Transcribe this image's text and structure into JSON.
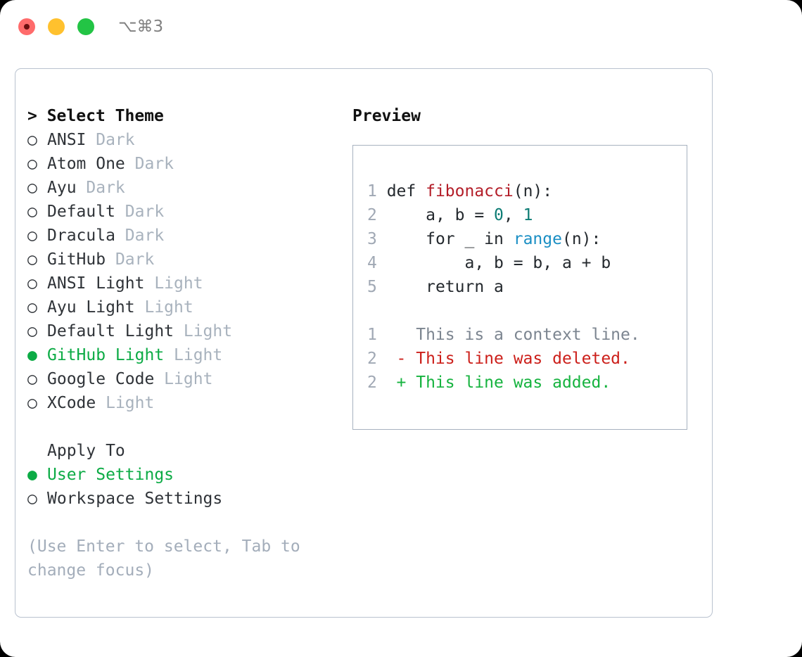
{
  "titlebar": {
    "shortcut": "⌥⌘3",
    "buttons": {
      "close": "close",
      "minimize": "minimize",
      "maximize": "maximize"
    }
  },
  "theme_picker": {
    "header_prompt": "> ",
    "header": "Select Theme",
    "selected_marker": "●",
    "unselected_marker": "○",
    "items": [
      {
        "marker": "○",
        "label": "ANSI",
        "tag": "Dark",
        "selected": false
      },
      {
        "marker": "○",
        "label": "Atom One",
        "tag": "Dark",
        "selected": false
      },
      {
        "marker": "○",
        "label": "Ayu",
        "tag": "Dark",
        "selected": false
      },
      {
        "marker": "○",
        "label": "Default",
        "tag": "Dark",
        "selected": false
      },
      {
        "marker": "○",
        "label": "Dracula",
        "tag": "Dark",
        "selected": false
      },
      {
        "marker": "○",
        "label": "GitHub",
        "tag": "Dark",
        "selected": false
      },
      {
        "marker": "○",
        "label": "ANSI Light",
        "tag": "Light",
        "selected": false
      },
      {
        "marker": "○",
        "label": "Ayu Light",
        "tag": "Light",
        "selected": false
      },
      {
        "marker": "○",
        "label": "Default Light",
        "tag": "Light",
        "selected": false
      },
      {
        "marker": "●",
        "label": "GitHub Light",
        "tag": "Light",
        "selected": true
      },
      {
        "marker": "○",
        "label": "Google Code",
        "tag": "Light",
        "selected": false
      },
      {
        "marker": "○",
        "label": "XCode",
        "tag": "Light",
        "selected": false
      }
    ]
  },
  "apply_to": {
    "header": "Apply To",
    "items": [
      {
        "marker": "●",
        "label": "User Settings",
        "selected": true
      },
      {
        "marker": "○",
        "label": "Workspace Settings",
        "selected": false
      }
    ]
  },
  "hint": "(Use Enter to select, Tab to change focus)",
  "preview": {
    "title": "Preview",
    "code_lines": [
      {
        "num": "1",
        "segments": [
          {
            "text": "def ",
            "kind": "plain"
          },
          {
            "text": "fibonacci",
            "kind": "fn"
          },
          {
            "text": "(n):",
            "kind": "plain"
          }
        ]
      },
      {
        "num": "2",
        "segments": [
          {
            "text": "    a, b = ",
            "kind": "plain"
          },
          {
            "text": "0",
            "kind": "num"
          },
          {
            "text": ", ",
            "kind": "plain"
          },
          {
            "text": "1",
            "kind": "num"
          }
        ]
      },
      {
        "num": "3",
        "segments": [
          {
            "text": "    for _ in ",
            "kind": "plain"
          },
          {
            "text": "range",
            "kind": "call"
          },
          {
            "text": "(n):",
            "kind": "plain"
          }
        ]
      },
      {
        "num": "4",
        "segments": [
          {
            "text": "        a, b = b, a + b",
            "kind": "plain"
          }
        ]
      },
      {
        "num": "5",
        "segments": [
          {
            "text": "    return a",
            "kind": "plain"
          }
        ]
      }
    ],
    "diff_lines": [
      {
        "num": "1",
        "sign": " ",
        "text": " This is a context line.",
        "kind": "context"
      },
      {
        "num": "2",
        "sign": "-",
        "text": " This line was deleted.",
        "kind": "deleted"
      },
      {
        "num": "2",
        "sign": "+",
        "text": " This line was added.",
        "kind": "added"
      }
    ]
  },
  "colors": {
    "accent_green": "#0cab45",
    "tag_gray": "#a8b2bd",
    "hint_gray": "#a3adba",
    "code_fn_red": "#b31d28",
    "code_num_teal": "#0d7c74",
    "code_call_blue": "#1b8fc4",
    "diff_delete_red": "#cc1f1a",
    "diff_add_green": "#16b33f",
    "border_gray": "#b9c2cf"
  }
}
